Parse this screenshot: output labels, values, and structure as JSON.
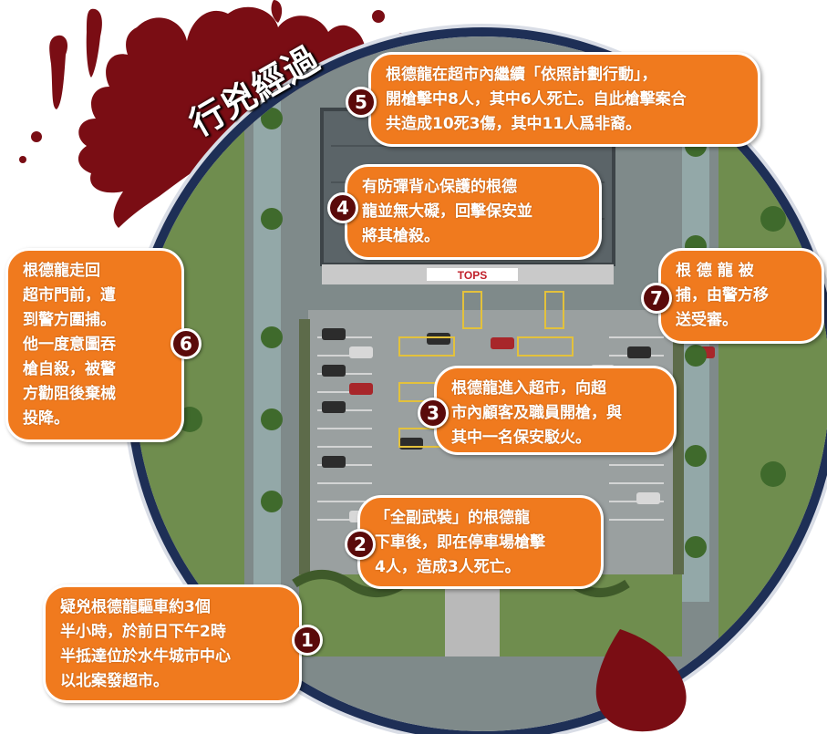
{
  "title": "行兇經過",
  "colors": {
    "bubble": "#f07a1e",
    "badge": "#5a0a0a",
    "ring": "#1e2f56",
    "blood": "#7a0d14"
  },
  "store_sign": "TOPS",
  "steps": [
    {
      "number": "1",
      "text": "疑兇根德龍驅車約3個\n半小時，於前日下午2時\n半抵達位於水牛城市中心\n以北案發超市。"
    },
    {
      "number": "2",
      "text": "「全副武裝」的根德龍\n下車後，即在停車場槍擊\n4人，造成3人死亡。"
    },
    {
      "number": "3",
      "text": "根德龍進入超市，向超\n市內顧客及職員開槍，與\n其中一名保安駁火。"
    },
    {
      "number": "4",
      "text": "有防彈背心保護的根德\n龍並無大礙，回擊保安並\n將其槍殺。"
    },
    {
      "number": "5",
      "text": "根德龍在超市內繼續「依照計劃行動」，\n開槍擊中8人，其中6人死亡。自此槍擊案合\n共造成10死3傷，其中11人爲非裔。"
    },
    {
      "number": "6",
      "text": "根德龍走回\n超市門前，遭\n到警方圍捕。\n他一度意圖吞\n槍自殺，被警\n方勸阻後棄械\n投降。"
    },
    {
      "number": "7",
      "text": "根 德 龍 被\n捕，由警方移\n送受審。"
    }
  ]
}
